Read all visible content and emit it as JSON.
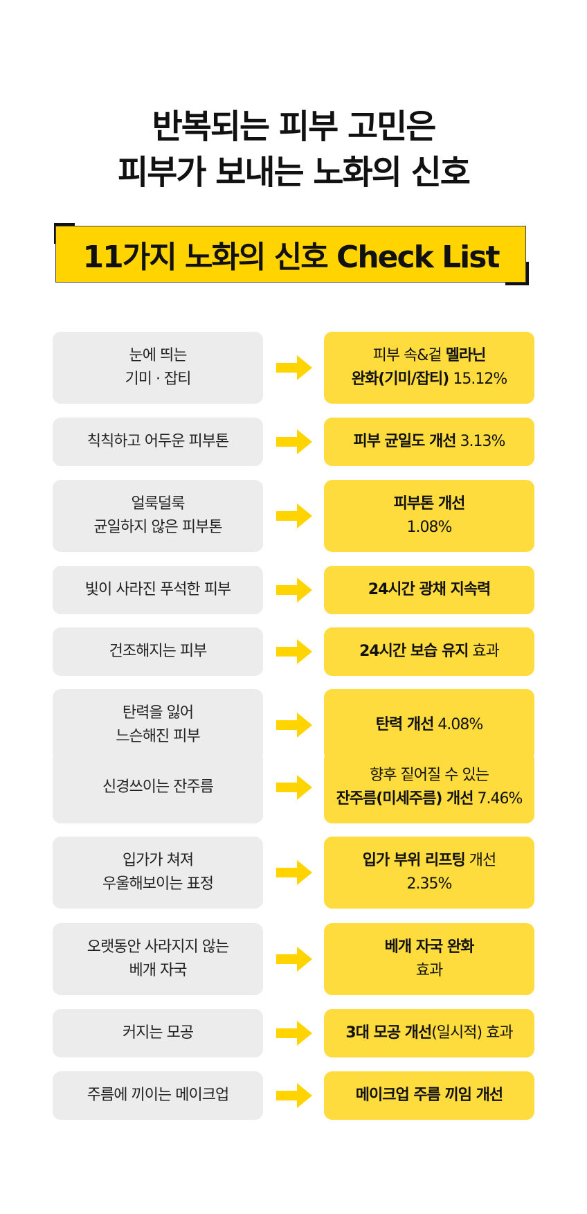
{
  "headline": {
    "line1": "반복되는 피부 고민은",
    "line2": "피부가 보내는 노화의 신호"
  },
  "banner": {
    "text": "11가지 노화의 신호 Check List"
  },
  "colors": {
    "accent": "#ffd400",
    "card_yellow": "#fedc3d",
    "card_gray": "#ececec"
  },
  "rows": [
    {
      "problem": [
        "눈에 띄는",
        "기미 · 잡티"
      ],
      "solution": [
        [
          {
            "t": "피부 속&겉 ",
            "b": false
          },
          {
            "t": "멜라닌",
            "b": true
          }
        ],
        [
          {
            "t": "완화(기미/잡티)",
            "b": true
          },
          {
            "t": " 15.12%",
            "b": false
          }
        ]
      ]
    },
    {
      "problem": [
        "칙칙하고 어두운 피부톤"
      ],
      "solution": [
        [
          {
            "t": "피부 균일도 개선",
            "b": true
          },
          {
            "t": " 3.13%",
            "b": false
          }
        ]
      ]
    },
    {
      "problem": [
        "얼룩덜룩",
        "균일하지 않은 피부톤"
      ],
      "solution": [
        [
          {
            "t": "피부톤 개선",
            "b": true
          }
        ],
        [
          {
            "t": "1.08%",
            "b": false
          }
        ]
      ]
    },
    {
      "problem": [
        "빛이 사라진 푸석한 피부"
      ],
      "solution": [
        [
          {
            "t": "24시간 광채 지속력",
            "b": true
          }
        ]
      ]
    },
    {
      "problem": [
        "건조해지는 피부"
      ],
      "solution": [
        [
          {
            "t": "24시간 보습 유지",
            "b": true
          },
          {
            "t": " 효과",
            "b": false
          }
        ]
      ]
    },
    {
      "problem": [
        "탄력을 잃어",
        "느슨해진 피부"
      ],
      "solution": [
        [
          {
            "t": "탄력 개선",
            "b": true
          },
          {
            "t": " 4.08%",
            "b": false
          }
        ]
      ]
    },
    {
      "problem": [
        "신경쓰이는 잔주름"
      ],
      "solution": [
        [
          {
            "t": "향후 짙어질 수 있는",
            "b": false
          }
        ],
        [
          {
            "t": "잔주름(미세주름) 개선",
            "b": true
          },
          {
            "t": " 7.46%",
            "b": false
          }
        ]
      ]
    },
    {
      "problem": [
        "입가가 쳐져",
        "우울해보이는 표정"
      ],
      "solution": [
        [
          {
            "t": "입가 부위 리프팅",
            "b": true
          },
          {
            "t": " 개선",
            "b": false
          }
        ],
        [
          {
            "t": "2.35%",
            "b": false
          }
        ]
      ]
    },
    {
      "problem": [
        "오랫동안 사라지지 않는",
        "베개 자국"
      ],
      "solution": [
        [
          {
            "t": "베개 자국 완화",
            "b": true
          }
        ],
        [
          {
            "t": "효과",
            "b": false
          }
        ]
      ]
    },
    {
      "problem": [
        "커지는 모공"
      ],
      "solution": [
        [
          {
            "t": "3대 모공 개선",
            "b": true
          },
          {
            "t": "(일시적) 효과",
            "b": false
          }
        ]
      ]
    },
    {
      "problem": [
        "주름에 끼이는 메이크업"
      ],
      "solution": [
        [
          {
            "t": "메이크업 주름 끼임 개선",
            "b": true
          }
        ]
      ]
    }
  ]
}
